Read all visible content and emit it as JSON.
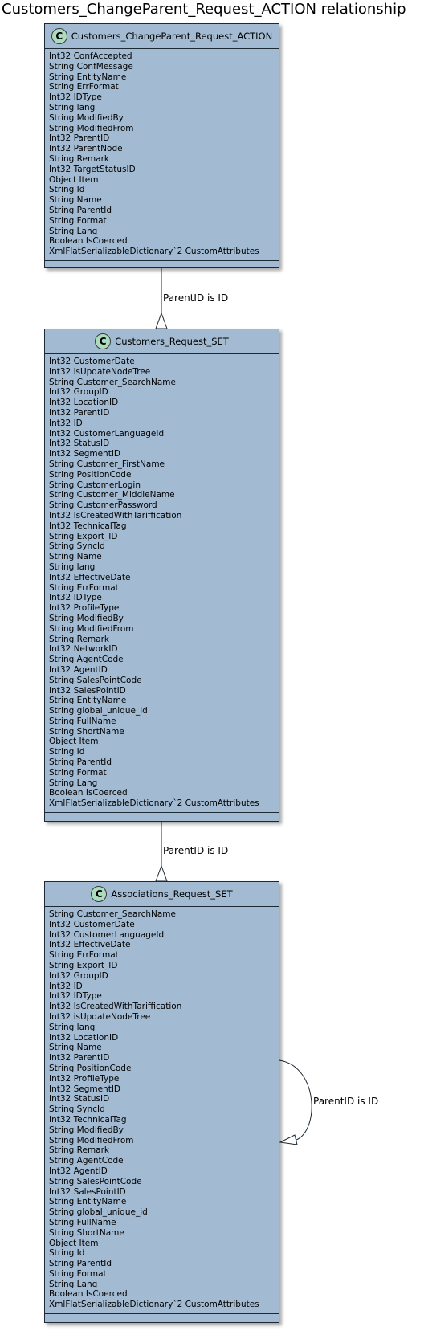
{
  "title": "Customers_ChangeParent_Request_ACTION relationship",
  "classes": {
    "action": {
      "badge": "C",
      "name": "Customers_ChangeParent_Request_ACTION",
      "attributes": [
        "Int32 ConfAccepted",
        "String ConfMessage",
        "String EntityName",
        "String ErrFormat",
        "Int32 IDType",
        "String lang",
        "String ModifiedBy",
        "String ModifiedFrom",
        "Int32 ParentID",
        "Int32 ParentNode",
        "String Remark",
        "Int32 TargetStatusID",
        "Object Item",
        "String Id",
        "String Name",
        "String ParentId",
        "String Format",
        "String Lang",
        "Boolean IsCoerced",
        "XmlFlatSerializableDictionary`2 CustomAttributes"
      ]
    },
    "customers": {
      "badge": "C",
      "name": "Customers_Request_SET",
      "attributes": [
        "Int32 CustomerDate",
        "Int32 isUpdateNodeTree",
        "String Customer_SearchName",
        "Int32 GroupID",
        "Int32 LocationID",
        "Int32 ParentID",
        "Int32 ID",
        "Int32 CustomerLanguageId",
        "Int32 StatusID",
        "Int32 SegmentID",
        "String Customer_FirstName",
        "String PositionCode",
        "String CustomerLogin",
        "String Customer_MiddleName",
        "String CustomerPassword",
        "Int32 IsCreatedWithTariffication",
        "Int32 TechnicalTag",
        "String Export_ID",
        "String SyncId",
        "String Name",
        "String lang",
        "Int32 EffectiveDate",
        "String ErrFormat",
        "Int32 IDType",
        "Int32 ProfileType",
        "String ModifiedBy",
        "String ModifiedFrom",
        "String Remark",
        "Int32 NetworkID",
        "String AgentCode",
        "Int32 AgentID",
        "String SalesPointCode",
        "Int32 SalesPointID",
        "String EntityName",
        "String global_unique_id",
        "String FullName",
        "String ShortName",
        "Object Item",
        "String Id",
        "String ParentId",
        "String Format",
        "String Lang",
        "Boolean IsCoerced",
        "XmlFlatSerializableDictionary`2 CustomAttributes"
      ]
    },
    "associations": {
      "badge": "C",
      "name": "Associations_Request_SET",
      "attributes": [
        "String Customer_SearchName",
        "Int32 CustomerDate",
        "Int32 CustomerLanguageId",
        "Int32 EffectiveDate",
        "String ErrFormat",
        "String Export_ID",
        "Int32 GroupID",
        "Int32 ID",
        "Int32 IDType",
        "Int32 IsCreatedWithTariffication",
        "Int32 isUpdateNodeTree",
        "String lang",
        "Int32 LocationID",
        "String Name",
        "Int32 ParentID",
        "String PositionCode",
        "Int32 ProfileType",
        "Int32 SegmentID",
        "Int32 StatusID",
        "String SyncId",
        "Int32 TechnicalTag",
        "String ModifiedBy",
        "String ModifiedFrom",
        "String Remark",
        "String AgentCode",
        "Int32 AgentID",
        "String SalesPointCode",
        "Int32 SalesPointID",
        "String EntityName",
        "String global_unique_id",
        "String FullName",
        "String ShortName",
        "Object Item",
        "String Id",
        "String ParentId",
        "String Format",
        "String Lang",
        "Boolean IsCoerced",
        "XmlFlatSerializableDictionary`2 CustomAttributes"
      ]
    }
  },
  "relations": {
    "action_to_customers": "ParentID is ID",
    "customers_to_associations": "ParentID is ID",
    "associations_self": "ParentID is ID"
  },
  "colors": {
    "class_fill": "#a2bbd3",
    "class_border": "#1d2a35",
    "badge_fill": "#addbbf"
  }
}
